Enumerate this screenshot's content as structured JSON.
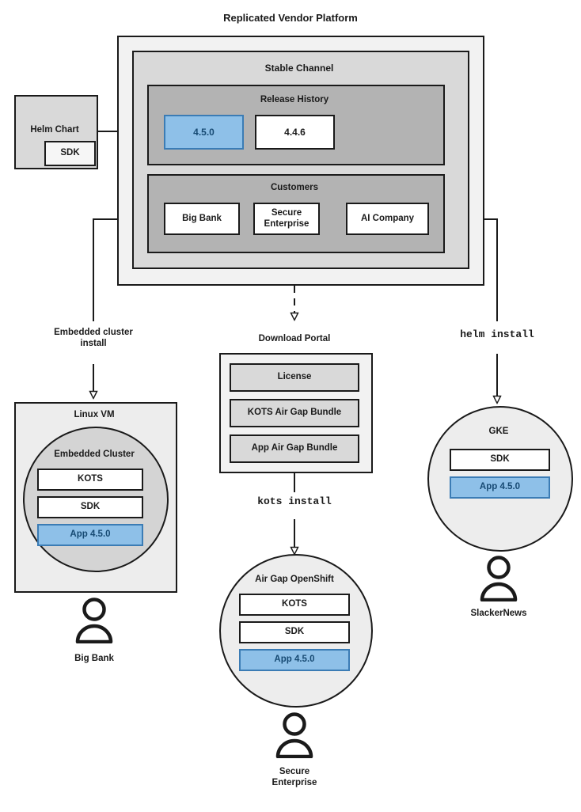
{
  "diagram": {
    "title": "Replicated Vendor Platform",
    "vendor_platform": {
      "label": "Replicated Vendor Platform",
      "channel": {
        "label": "Stable Channel",
        "release_history": {
          "label": "Release History",
          "releases": [
            {
              "version": "4.5.0",
              "highlighted": true
            },
            {
              "version": "4.4.6",
              "highlighted": false
            }
          ]
        },
        "customers": {
          "label": "Customers",
          "items": [
            {
              "name": "Big Bank"
            },
            {
              "name": "Secure\nEnterprise"
            },
            {
              "name": "AI Company"
            }
          ]
        }
      }
    },
    "helm_chart": {
      "label": "Helm Chart",
      "sdk_label": "SDK"
    },
    "edges": [
      {
        "label": "Embedded cluster\ninstall",
        "style": "solid"
      },
      {
        "label": "kots install",
        "style": "mono"
      },
      {
        "label": "helm install",
        "style": "mono"
      }
    ],
    "download_portal": {
      "label": "Download Portal",
      "artifacts": [
        "License",
        "KOTS Air Gap Bundle",
        "App Air Gap Bundle"
      ]
    },
    "targets": [
      {
        "host_label": "Linux VM",
        "cluster_label": "Embedded Cluster",
        "components": [
          {
            "label": "KOTS",
            "highlighted": false
          },
          {
            "label": "SDK",
            "highlighted": false
          },
          {
            "label": "App 4.5.0",
            "highlighted": true
          }
        ],
        "user": "Big Bank"
      },
      {
        "host_label": "Air Gap OpenShift",
        "components": [
          {
            "label": "KOTS",
            "highlighted": false
          },
          {
            "label": "SDK",
            "highlighted": false
          },
          {
            "label": "App 4.5.0",
            "highlighted": true
          }
        ],
        "user": "Secure\nEnterprise"
      },
      {
        "host_label": "GKE",
        "components": [
          {
            "label": "SDK",
            "highlighted": false
          },
          {
            "label": "App 4.5.0",
            "highlighted": true
          }
        ],
        "user": "SlackerNews"
      }
    ],
    "colors": {
      "outer_fill": "#f2f2f2",
      "channel_fill": "#d9d9d9",
      "section_fill": "#b3b3b3",
      "highlight_fill": "#8ec0e8",
      "highlight_border": "#3b7cb5",
      "highlight_text": "#174a73",
      "stroke": "#1a1a1a",
      "cluster_fill": "#d4d4d4",
      "host_fill": "#ededed"
    }
  }
}
